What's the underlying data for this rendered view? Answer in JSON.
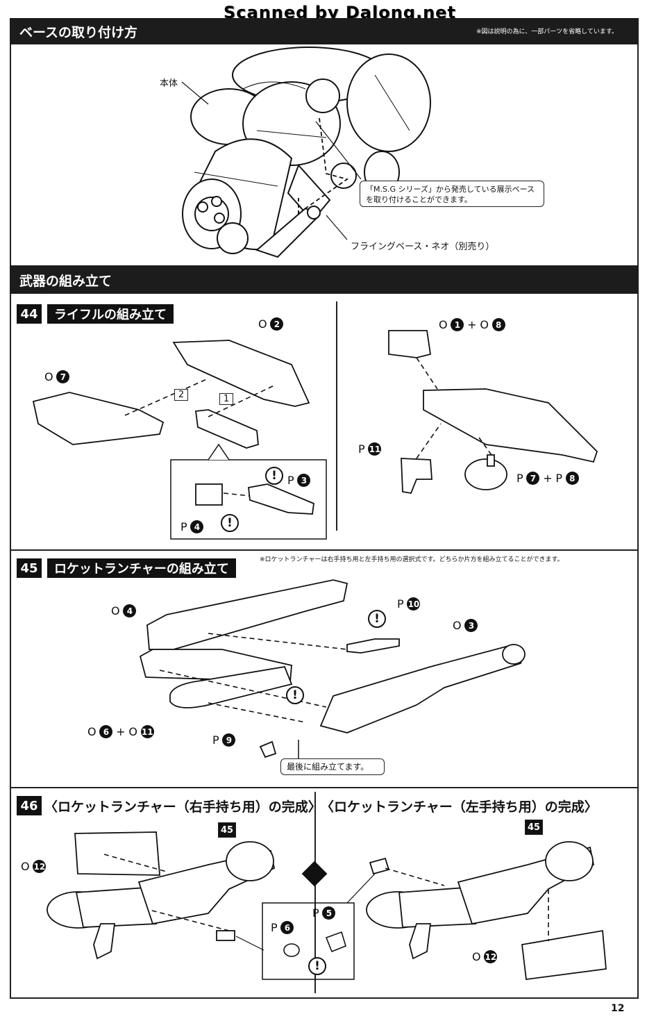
{
  "watermark": "Scanned by Dalong.net",
  "page_number": "12",
  "base_section": {
    "title": "ベースの取り付け方",
    "note": "※図は説明の為に、一部パーツを省略しています。",
    "label_body": "本体",
    "callout": "「M.S.G シリーズ」から発売している展示ベースを取り付けることができます。",
    "label_base": "フライングベース・ネオ（別売り）"
  },
  "weapons_section": {
    "title": "武器の組み立て"
  },
  "step44": {
    "number": "44",
    "title": "ライフルの組み立て",
    "parts": {
      "o7": {
        "letter": "O",
        "num": "7"
      },
      "o2": {
        "letter": "O",
        "num": "2"
      },
      "p3": {
        "letter": "P",
        "num": "3"
      },
      "p4": {
        "letter": "P",
        "num": "4"
      },
      "o1": {
        "letter": "O",
        "num": "1"
      },
      "o8": {
        "letter": "O",
        "num": "8"
      },
      "p11": {
        "letter": "P",
        "num": "11"
      },
      "p7": {
        "letter": "P",
        "num": "7"
      },
      "p8": {
        "letter": "P",
        "num": "8"
      }
    },
    "seq1": "1",
    "seq2": "2",
    "plus": "+"
  },
  "step45": {
    "number": "45",
    "title": "ロケットランチャーの組み立て",
    "note": "※ロケットランチャーは右手持ち用と左手持ち用の選択式です。どちらか片方を組み立てることができます。",
    "parts": {
      "o4": {
        "letter": "O",
        "num": "4"
      },
      "p10": {
        "letter": "P",
        "num": "10"
      },
      "o3": {
        "letter": "O",
        "num": "3"
      },
      "o6": {
        "letter": "O",
        "num": "6"
      },
      "o11": {
        "letter": "O",
        "num": "11"
      },
      "p9": {
        "letter": "P",
        "num": "9"
      }
    },
    "callout": "最後に組み立てます。",
    "plus": "+"
  },
  "step46": {
    "number": "46",
    "title_right": "〈ロケットランチャー（右手持ち用）の完成〉",
    "title_left": "〈ロケットランチャー（左手持ち用）の完成〉",
    "ref": "45",
    "parts": {
      "o12": {
        "letter": "O",
        "num": "12"
      },
      "p6": {
        "letter": "P",
        "num": "6"
      },
      "p5": {
        "letter": "P",
        "num": "5"
      }
    }
  },
  "warn_symbol": "!"
}
